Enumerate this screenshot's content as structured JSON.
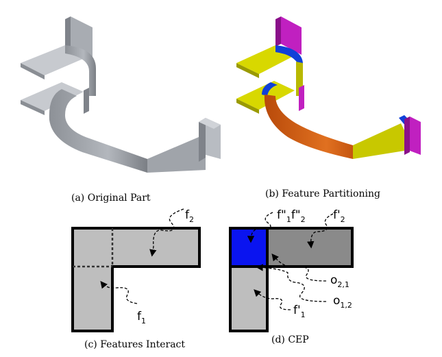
{
  "captions": {
    "a": "(a) Original Part",
    "b": "(b) Feature Partitioning",
    "c": "(c) Features Interact",
    "d": "(d) CEP"
  },
  "panel_c": {
    "label_f2_main": "f",
    "label_f2_sub": "2",
    "label_f1_main": "f",
    "label_f1_sub": "1"
  },
  "panel_d": {
    "label_top_1": "f\"",
    "label_top_1_sub": "1",
    "label_top_2": "f\"",
    "label_top_2_sub": "2",
    "label_fp2": "f'",
    "label_fp2_sub": "2",
    "label_o21": "o",
    "label_o21_sub": "2,1",
    "label_o12": "o",
    "label_o12_sub": "1,2",
    "label_fp1": "f'",
    "label_fp1_sub": "1"
  },
  "colors": {
    "gray_part": "#9a9ea4",
    "yellow": "#d8d800",
    "orange": "#d05a10",
    "blue": "#1040d8",
    "magenta": "#c020c0",
    "light_gray": "#bebebe",
    "mid_gray": "#8a8a8a",
    "cep_blue": "#0a14f0"
  }
}
